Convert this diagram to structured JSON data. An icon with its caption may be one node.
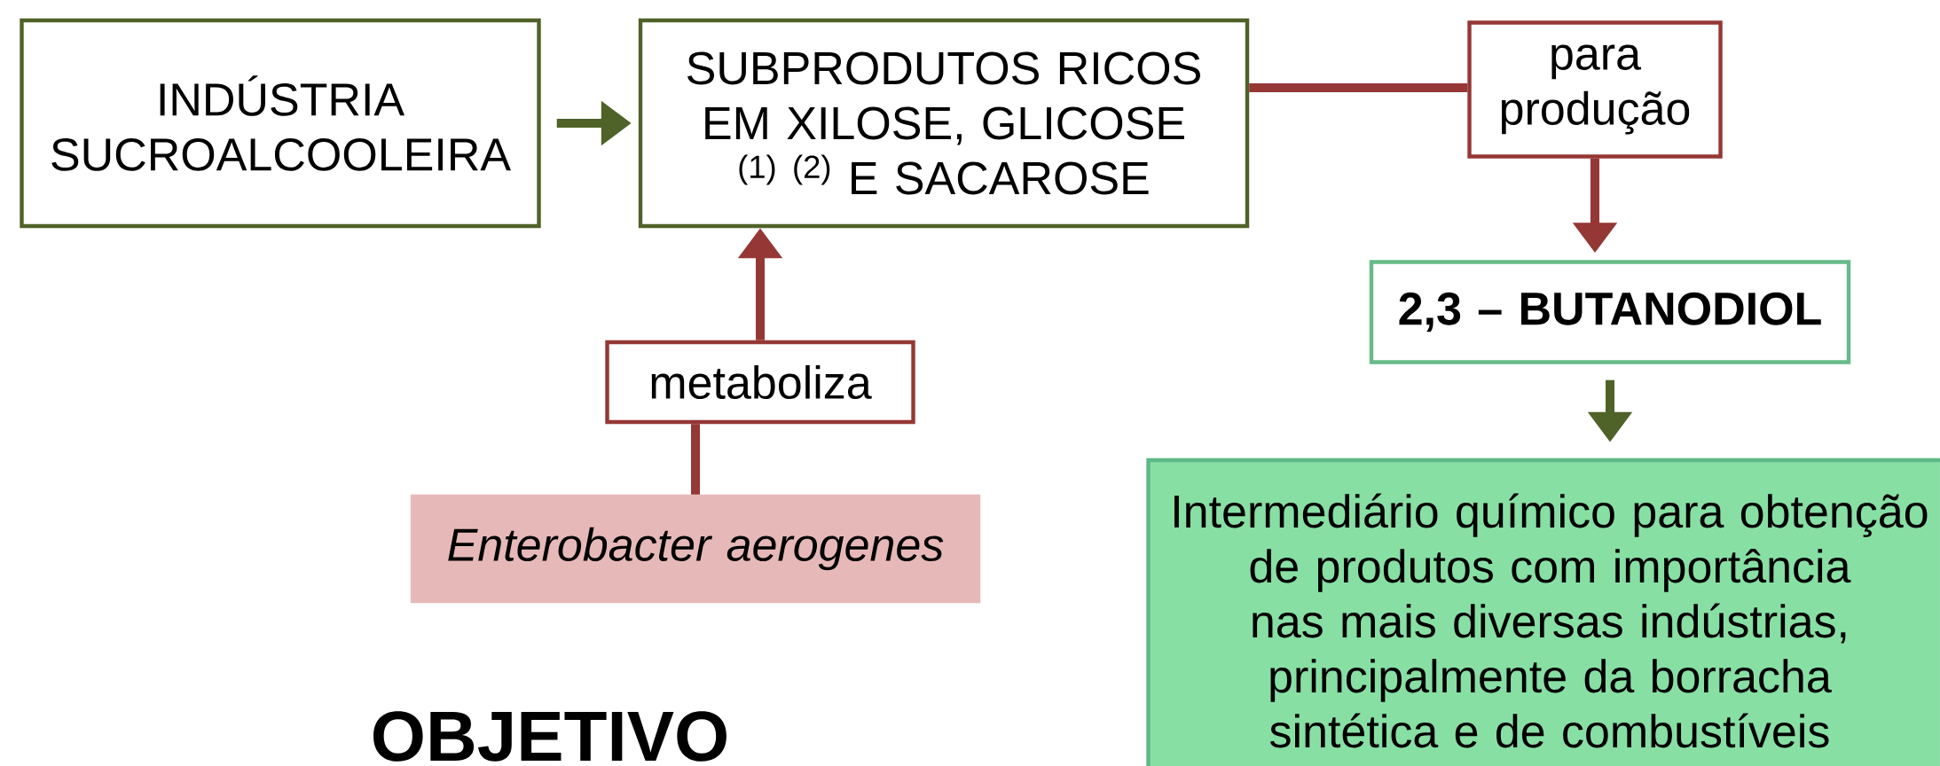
{
  "diagram": {
    "nodes": [
      {
        "text": [
          "INDÚSTRIA SUCROALCOOLEIRA"
        ]
      },
      {
        "text": [
          "SUBPRODUTOS RICOS EM XILOSE, GLICOSE $^{(1) (2)}$ E SACAROSE"
        ]
      },
      {
        "text": [
          "para produção"
        ]
      },
      {
        "text": [
          "2,3 – BUTANODIOL"
        ]
      },
      {
        "text": [
          "Intermediário químico para obtenção de produtos com importância nas mais diversas indústrias, principalmente da borracha sintética e de combustíveis"
        ]
      },
      {
        "text": [
          "metaboliza"
        ]
      },
      {
        "text": [
          "Enterobacter aerogenes"
        ]
      }
    ],
    "edges": [
      {
        "from": 0,
        "to": 1,
        "arrow": "to",
        "color": "#4f6228"
      },
      {
        "from": 6,
        "to": 5,
        "arrow": "none"
      },
      {
        "from": 5,
        "to": 1,
        "arrow": "to"
      },
      {
        "from": 1,
        "to": 2,
        "arrow": "none"
      },
      {
        "from": 2,
        "to": 3,
        "arrow": "to"
      },
      {
        "from": 3,
        "to": 4,
        "arrow": "to",
        "color": "#4f6228"
      }
    ],
    "labels": [
      "OBJETIVO"
    ]
  }
}
